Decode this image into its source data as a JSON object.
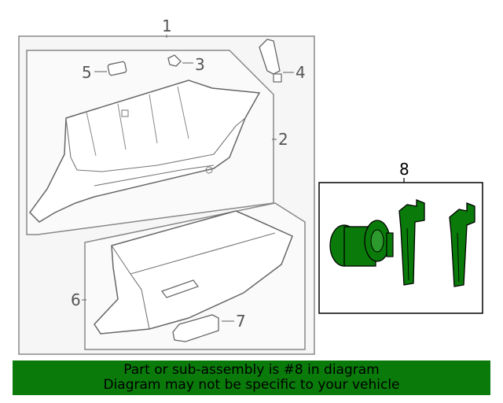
{
  "callouts": {
    "c1": "1",
    "c2": "2",
    "c3": "3",
    "c4": "4",
    "c5": "5",
    "c6": "6",
    "c7": "7",
    "c8": "8"
  },
  "highlight_color": "#0a7a0a",
  "footer": {
    "line1": "Part or sub-assembly is #8 in diagram",
    "line2": "Diagram may not be specific to your vehicle"
  }
}
